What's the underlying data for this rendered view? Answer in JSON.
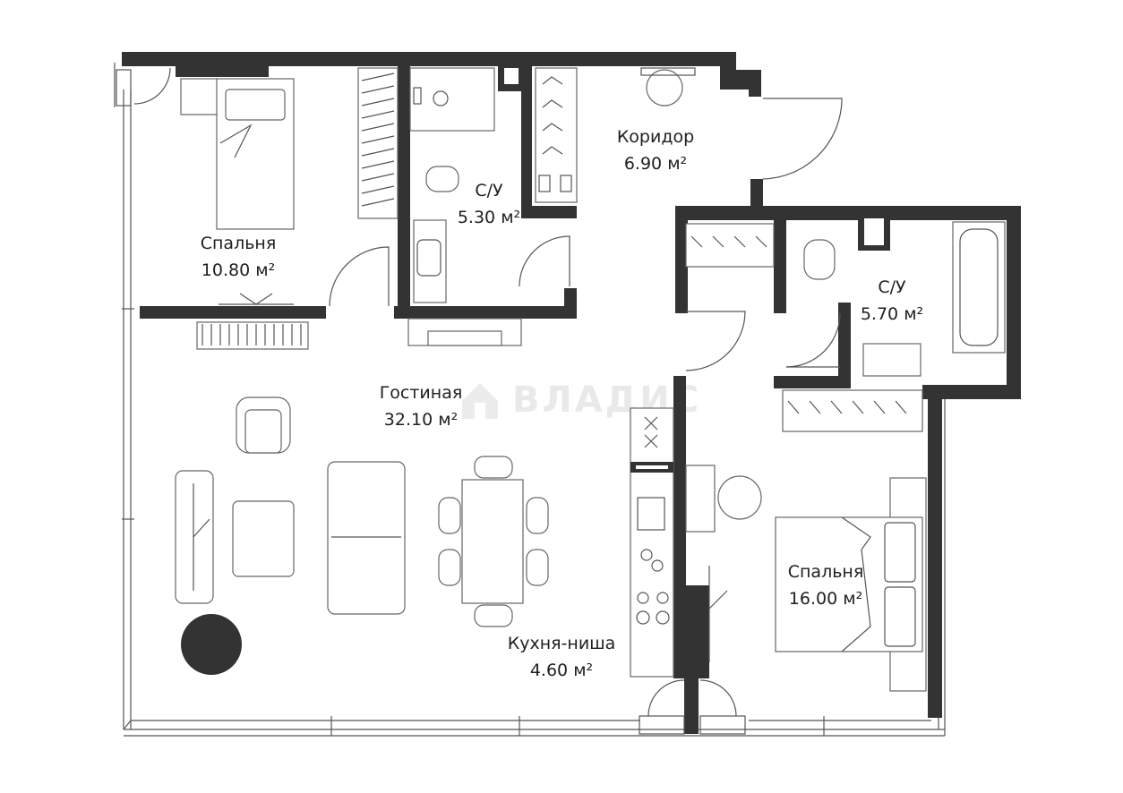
{
  "watermark": {
    "text": "ВЛАДИС",
    "logo": "house-logo-icon"
  },
  "rooms": [
    {
      "id": "bedroom-small",
      "name": "Спальня",
      "area": "10.80 м²"
    },
    {
      "id": "bathroom-1",
      "name": "С/У",
      "area": "5.30 м²"
    },
    {
      "id": "corridor",
      "name": "Коридор",
      "area": "6.90 м²"
    },
    {
      "id": "bathroom-2",
      "name": "С/У",
      "area": "5.70 м²"
    },
    {
      "id": "living-room",
      "name": "Гостиная",
      "area": "32.10 м²"
    },
    {
      "id": "kitchen-niche",
      "name": "Кухня-ниша",
      "area": "4.60 м²"
    },
    {
      "id": "bedroom-large",
      "name": "Спальня",
      "area": "16.00 м²"
    }
  ],
  "colors": {
    "wall": "#333333",
    "line": "#555555",
    "background": "#ffffff",
    "watermark": "#e9e9e9"
  }
}
